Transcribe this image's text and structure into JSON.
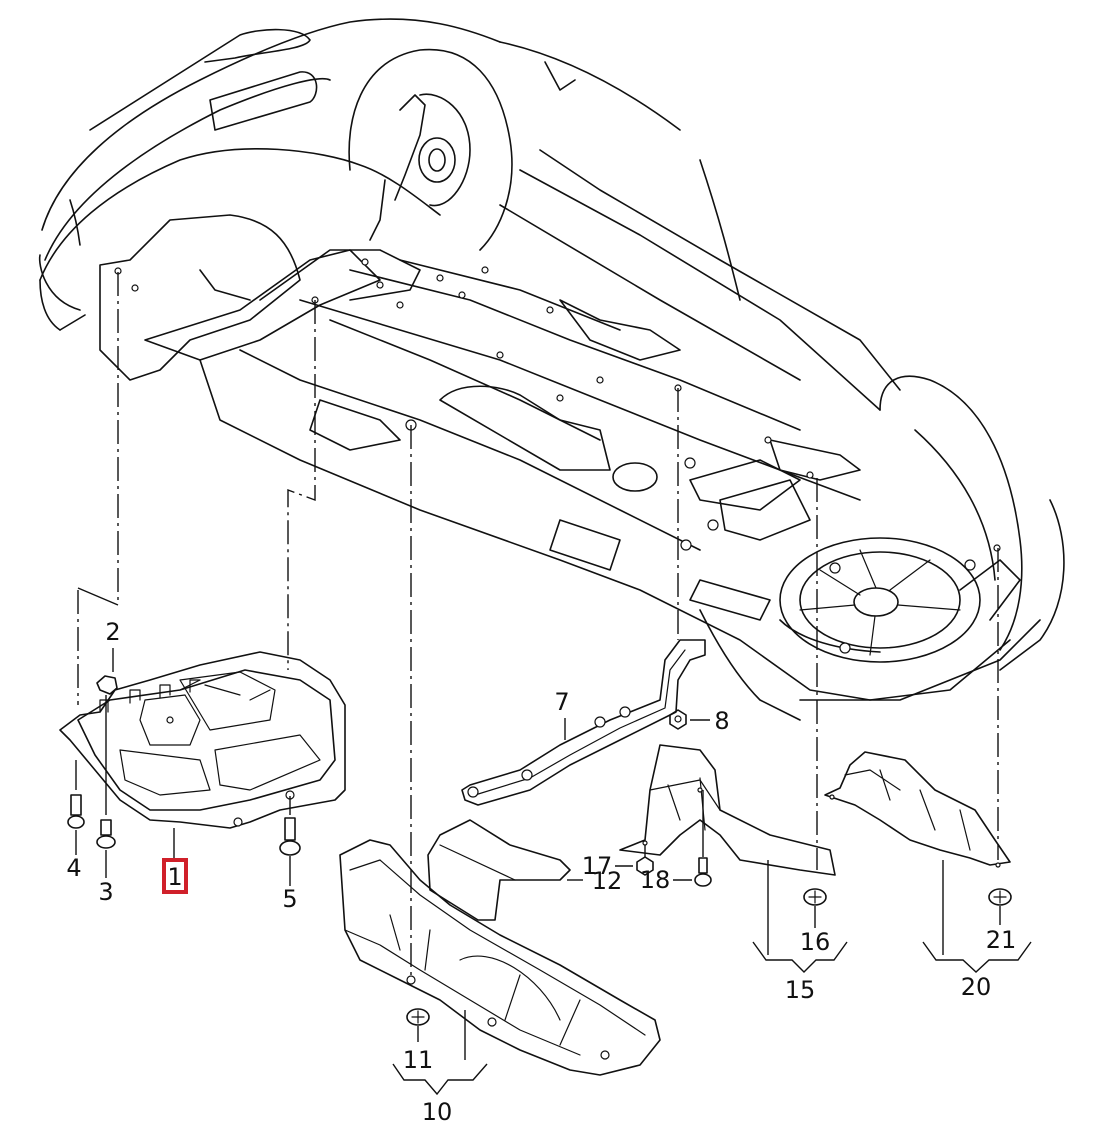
{
  "diagram": {
    "title": "Underbody noise insulation / underride guard — exploded parts view",
    "highlight_color": "#d0202a",
    "line_color": "#111111",
    "background": "#ffffff",
    "callouts": [
      {
        "id": "1",
        "text": "1",
        "part": "underride guard (engine undertray)",
        "highlighted": true
      },
      {
        "id": "2",
        "text": "2",
        "part": "clip"
      },
      {
        "id": "3",
        "text": "3",
        "part": "screw"
      },
      {
        "id": "4",
        "text": "4",
        "part": "screw"
      },
      {
        "id": "5",
        "text": "5",
        "part": "screw"
      },
      {
        "id": "7",
        "text": "7",
        "part": "underbody trim strip"
      },
      {
        "id": "8",
        "text": "8",
        "part": "nut"
      },
      {
        "id": "10",
        "text": "10",
        "part": "middle underbody shield (group)"
      },
      {
        "id": "11",
        "text": "11",
        "part": "speed nut"
      },
      {
        "id": "12",
        "text": "12",
        "part": "heat shield"
      },
      {
        "id": "15",
        "text": "15",
        "part": "rear underbody shield, left (group)"
      },
      {
        "id": "16",
        "text": "16",
        "part": "speed nut"
      },
      {
        "id": "17",
        "text": "17",
        "part": "nut"
      },
      {
        "id": "18",
        "text": "18",
        "part": "bolt"
      },
      {
        "id": "20",
        "text": "20",
        "part": "rear underbody shield, right (group)"
      },
      {
        "id": "21",
        "text": "21",
        "part": "speed nut"
      }
    ],
    "icons": [
      "car-underbody-icon",
      "underride-guard-icon",
      "clip-icon",
      "screw-icon",
      "nut-icon",
      "speed-nut-icon",
      "heat-shield-icon",
      "trim-strip-icon"
    ]
  }
}
